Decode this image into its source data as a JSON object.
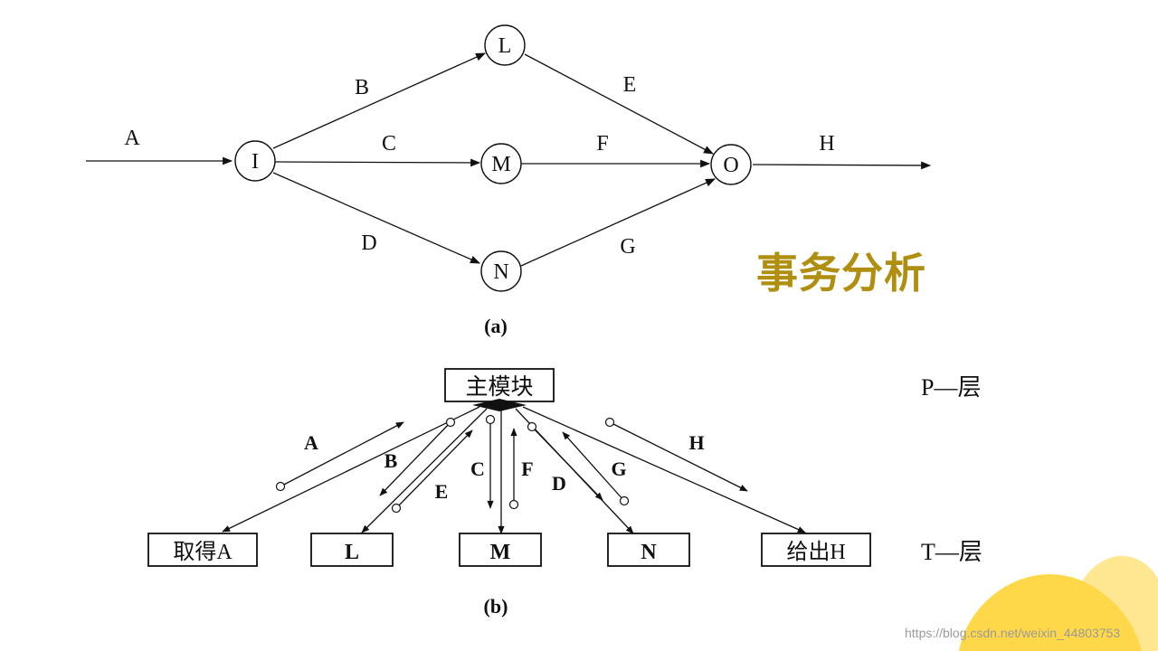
{
  "title": "事务分析",
  "watermark": "https://blog.csdn.net/weixin_44803753",
  "colors": {
    "title": "#b08f10",
    "deco_primary": "#ffd84a",
    "deco_secondary": "#ffe792"
  },
  "diagram_a": {
    "caption": "(a)",
    "nodes": {
      "I": "I",
      "L": "L",
      "M": "M",
      "N": "N",
      "O": "O"
    },
    "edges": {
      "A": "A",
      "B": "B",
      "C": "C",
      "D": "D",
      "E": "E",
      "F": "F",
      "G": "G",
      "H": "H"
    }
  },
  "diagram_b": {
    "caption": "(b)",
    "main_module": "主模块",
    "modules": {
      "get_a": "取得A",
      "l": "L",
      "m": "M",
      "n": "N",
      "give_h": "给出H"
    },
    "layers": {
      "p": "P—层",
      "t": "T—层"
    },
    "flows": {
      "A": "A",
      "B": "B",
      "C": "C",
      "D": "D",
      "E": "E",
      "F": "F",
      "G": "G",
      "H": "H"
    }
  }
}
